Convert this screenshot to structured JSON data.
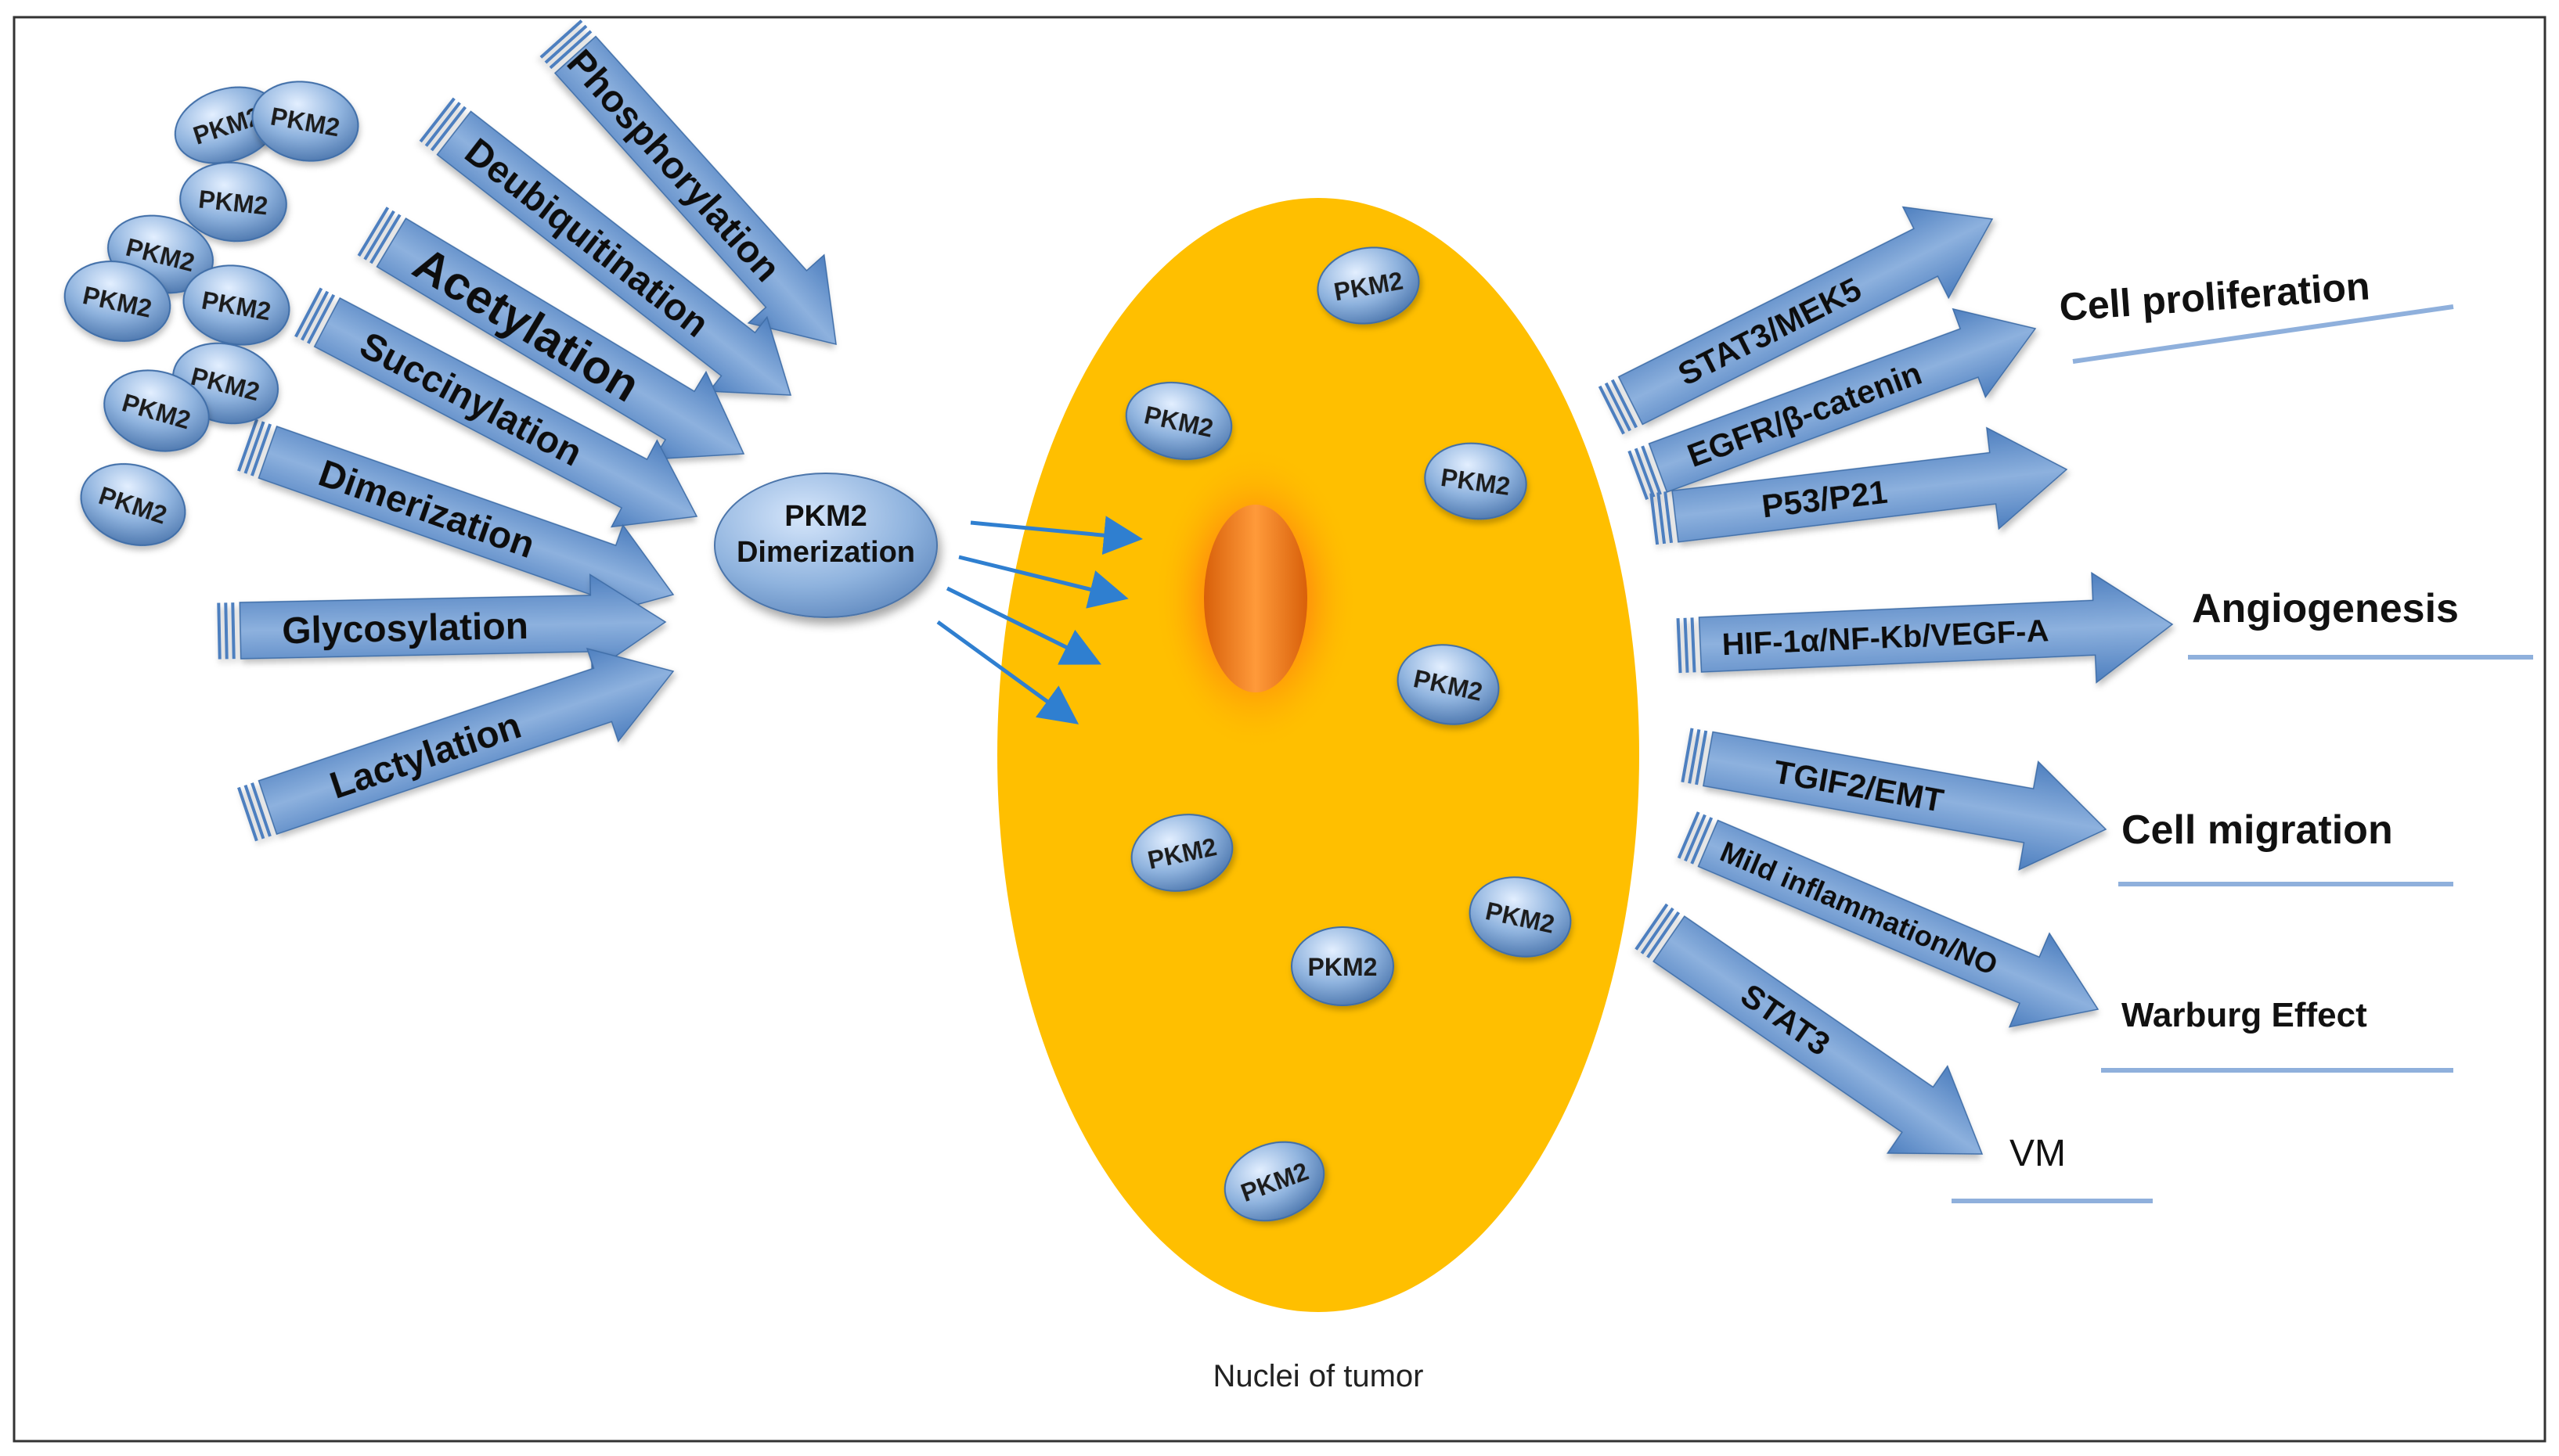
{
  "diagram": {
    "protein_label": "PKM2",
    "center_node": {
      "line1": "PKM2",
      "line2": "Dimerization"
    },
    "nucleus_caption": "Nuclei of tumor",
    "modifications": [
      "Phosphorylation",
      "Deubiquitination",
      "Acetylation",
      "Succinylation",
      "Dimerization",
      "Glycosylation",
      "Lactylation"
    ],
    "pathways": [
      "STAT3/MEK5",
      "EGFR/β-catenin",
      "P53/P21",
      "HIF-1α/NF-Kb/VEGF-A",
      "TGIF2/EMT",
      "Mild inflammation/NO",
      "STAT3"
    ],
    "outcomes": [
      "Cell proliferation",
      "Angiogenesis",
      "Cell migration",
      "Warburg Effect",
      "VM"
    ],
    "colors": {
      "nucleus": "#ffbf00",
      "nucleolus": "#f07820",
      "arrow": "#5f8fc8",
      "pkm_fill": "#8fb3de",
      "outcome_line": "#8fb0dc",
      "small_arrow": "#2f7fd0"
    }
  }
}
